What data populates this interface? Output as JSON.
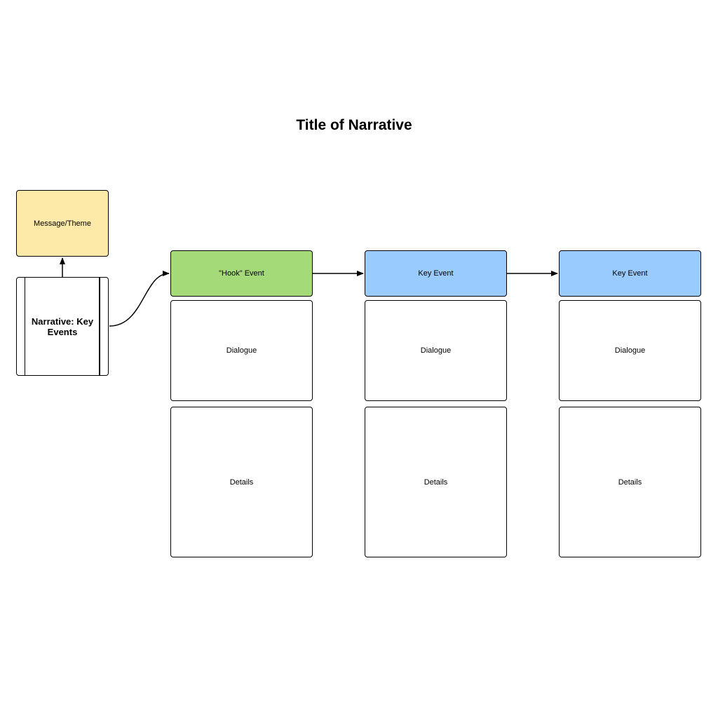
{
  "title": "Title of Narrative",
  "theme_label": "Message/Theme",
  "narrative_label": "Narrative: Key Events",
  "colors": {
    "theme_fill": "#fdeaa8",
    "hook_fill": "#a5da78",
    "key_event_fill": "#9acbff"
  },
  "columns": [
    {
      "event": "\"Hook\" Event",
      "dialogue": "Dialogue",
      "details": "Details",
      "kind": "hook"
    },
    {
      "event": "Key Event",
      "dialogue": "Dialogue",
      "details": "Details",
      "kind": "key"
    },
    {
      "event": "Key Event",
      "dialogue": "Dialogue",
      "details": "Details",
      "kind": "key"
    }
  ]
}
